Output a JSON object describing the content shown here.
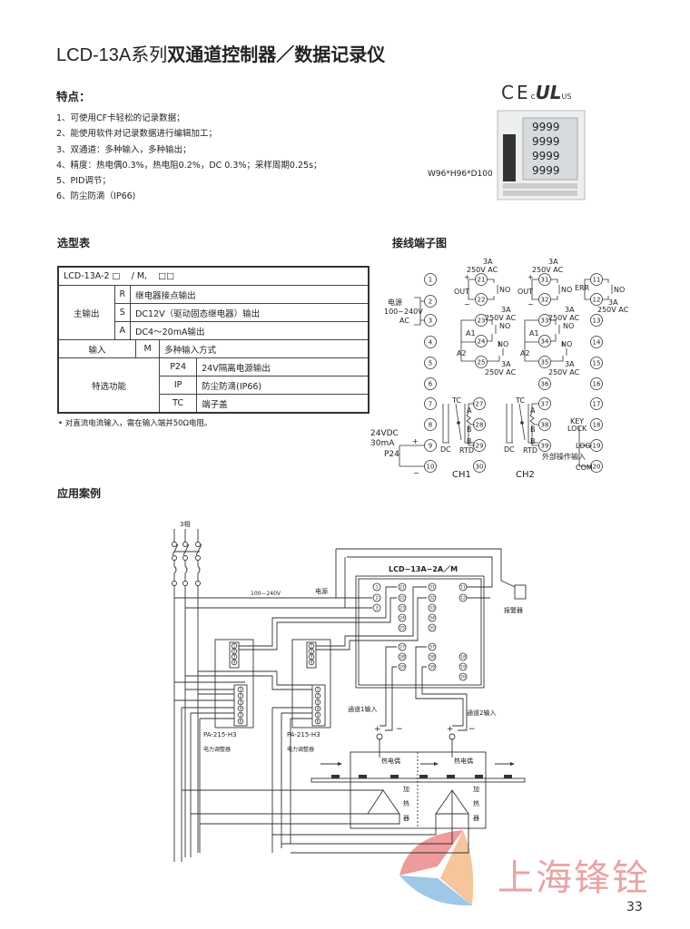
{
  "title": {
    "prefix": "LCD-13A系列",
    "main": "双通道控制器／数据记录仪"
  },
  "features": {
    "heading": "特点：",
    "items": [
      "1、可使用CF卡轻松的记录数据；",
      "2、能使用软件对记录数据进行编辑加工；",
      "3、双通道：多种输入，多种输出；",
      "4、精度：热电偶0.3%，热电阻0.2%，DC 0.3%；采样周期0.25s；",
      "5、PID调节；",
      "6、防尘防滴（IP66)"
    ]
  },
  "product": {
    "certs": {
      "ce": "CE",
      "ul_prefix": "c",
      "ul": "UL",
      "ul_suffix": "US"
    },
    "display_digits": "9999",
    "dimensions": "W96*H96*D100"
  },
  "selection": {
    "heading": "选型表",
    "model": "LCD-13A-2 □    / M,    □□",
    "main_output": {
      "label": "主输出",
      "rows": [
        {
          "code": "R",
          "desc": "继电器接点输出"
        },
        {
          "code": "S",
          "desc": "DC12V（驱动固态继电器）输出"
        },
        {
          "code": "A",
          "desc": "DC4～20mA输出"
        }
      ]
    },
    "input": {
      "label": "输入",
      "code": "M",
      "desc": "多种输入方式"
    },
    "options": {
      "label": "特选功能",
      "rows": [
        {
          "code": "P24",
          "desc": "24V隔离电源输出"
        },
        {
          "code": "IP",
          "desc": "防尘防滴(IP66)"
        },
        {
          "code": "TC",
          "desc": "端子盖"
        }
      ]
    },
    "note": "• 对直流电流输入，需在输入端并50Ω电阻。"
  },
  "wiring": {
    "heading": "接线端子图",
    "terminals": [
      "1",
      "2",
      "3",
      "4",
      "5",
      "6",
      "7",
      "8",
      "9",
      "10",
      "21",
      "22",
      "23",
      "24",
      "25",
      "31",
      "32",
      "33",
      "34",
      "35",
      "36",
      "11",
      "12",
      "13",
      "14",
      "15",
      "16",
      "17",
      "18",
      "19",
      "20",
      "27",
      "28",
      "29",
      "30",
      "37",
      "38",
      "39"
    ],
    "labels": {
      "rating": "3A",
      "voltage": "250V AC",
      "out": "OUT",
      "no": "NO",
      "err": "ERR",
      "plus": "+",
      "minus": "−",
      "power": "电源",
      "power_range": "100~240V",
      "ac": "AC",
      "a1": "A1",
      "a2": "A2",
      "tc": "TC",
      "a": "A",
      "b": "B",
      "dc": "DC",
      "rtd": "RTD",
      "vdc": "24VDC",
      "ma": "30mA",
      "p24": "P24",
      "ch1": "CH1",
      "ch2": "CH2",
      "key": "KEY",
      "lock": "LOCK",
      "log": "LOG",
      "ext": "外部操作输入",
      "com": "COM"
    }
  },
  "application": {
    "heading": "应用案例",
    "three_phase": "3相",
    "voltage": "100—240V",
    "power": "电源",
    "controller": "LCD−13A−2A／M",
    "alarm": "报警器",
    "regulator_model": "PA-215-H3",
    "regulator_name": "电力调整器",
    "ch1_input": "通道1输入",
    "ch2_input": "通道2输入",
    "thermocouple": "热电偶",
    "heater": [
      "加",
      "热",
      "器"
    ],
    "plus": "+",
    "minus": "−",
    "lcd_terminals": [
      "1",
      "2",
      "3",
      "21",
      "22",
      "23",
      "24",
      "25",
      "31",
      "32",
      "33",
      "34",
      "35",
      "11",
      "12",
      "27",
      "28",
      "29",
      "37",
      "38",
      "39",
      "18",
      "19",
      "20"
    ],
    "pa_terminals_top": [
      "1",
      "2",
      "3",
      "4"
    ],
    "pa_terminals_bottom": [
      "1",
      "2",
      "3",
      "4",
      "5",
      "6"
    ]
  },
  "watermark": {
    "company": "上海锋铨"
  },
  "page_number": "33",
  "colors": {
    "watermark_text": "#e9a3a3",
    "logo_red": "#e77a7a",
    "logo_orange": "#f2b27a",
    "logo_blue": "#7fb6de"
  }
}
